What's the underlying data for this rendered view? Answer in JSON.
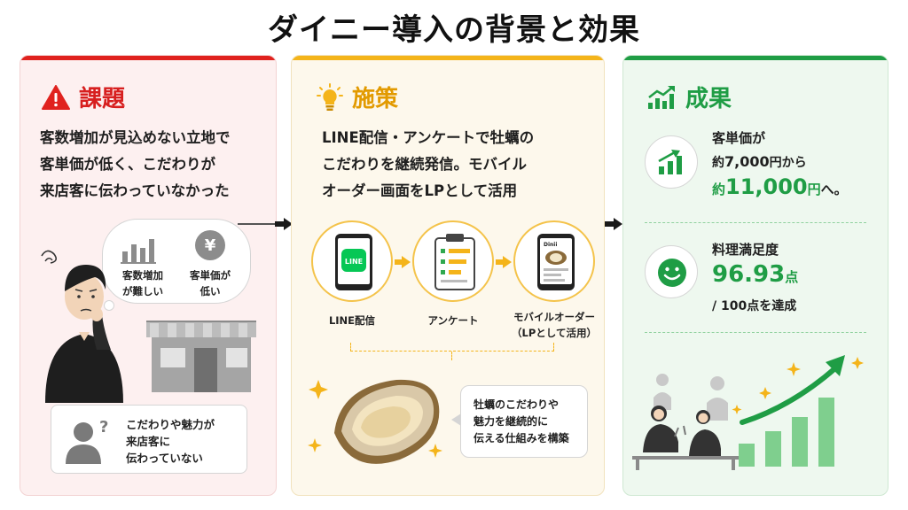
{
  "title": "ダイニー導入の背景と効果",
  "issue": {
    "label": "課題",
    "desc": [
      "客数増加が見込めない立地で",
      "客単価が低く、こだわりが",
      "来店客に伝わっていなかった"
    ],
    "bubble_left": [
      "客数増加",
      "が難しい"
    ],
    "bubble_right": [
      "客単価が",
      "低い"
    ],
    "yen_symbol": "¥",
    "box": [
      "こだわりや魅力が",
      "来店客に",
      "伝わっていない"
    ],
    "icon": "warning-icon"
  },
  "measure": {
    "label": "施策",
    "desc": [
      "LINE配信・アンケートで牡蠣の",
      "こだわりを継続発信。モバイル",
      "オーダー画面をLPとして活用"
    ],
    "steps": [
      {
        "label": "LINE配信"
      },
      {
        "label": "アンケート"
      },
      {
        "label": "モバイルオーダー",
        "sub": "（LPとして活用）"
      }
    ],
    "line_logo": "LINE",
    "app_name": "Dinii",
    "callout": [
      "牡蠣のこだわりや",
      "魅力を継続的に",
      "伝える仕組みを構築"
    ],
    "icon": "lightbulb-icon"
  },
  "result": {
    "label": "成果",
    "stat1": {
      "l1": "客単価が",
      "l2a": "約",
      "l2b": "7,000",
      "l2c": "円から",
      "l3a": "約",
      "l3b": "11,000",
      "l3c": "円",
      "l3d": "へ。"
    },
    "stat2": {
      "l1": "料理満足度",
      "value": "96.93",
      "unit": "点",
      "l3": "/ 100点を達成"
    },
    "icon": "growth-chart-icon"
  },
  "colors": {
    "red": "#e0221e",
    "yellow": "#f4b41a",
    "green": "#1f9d45"
  }
}
